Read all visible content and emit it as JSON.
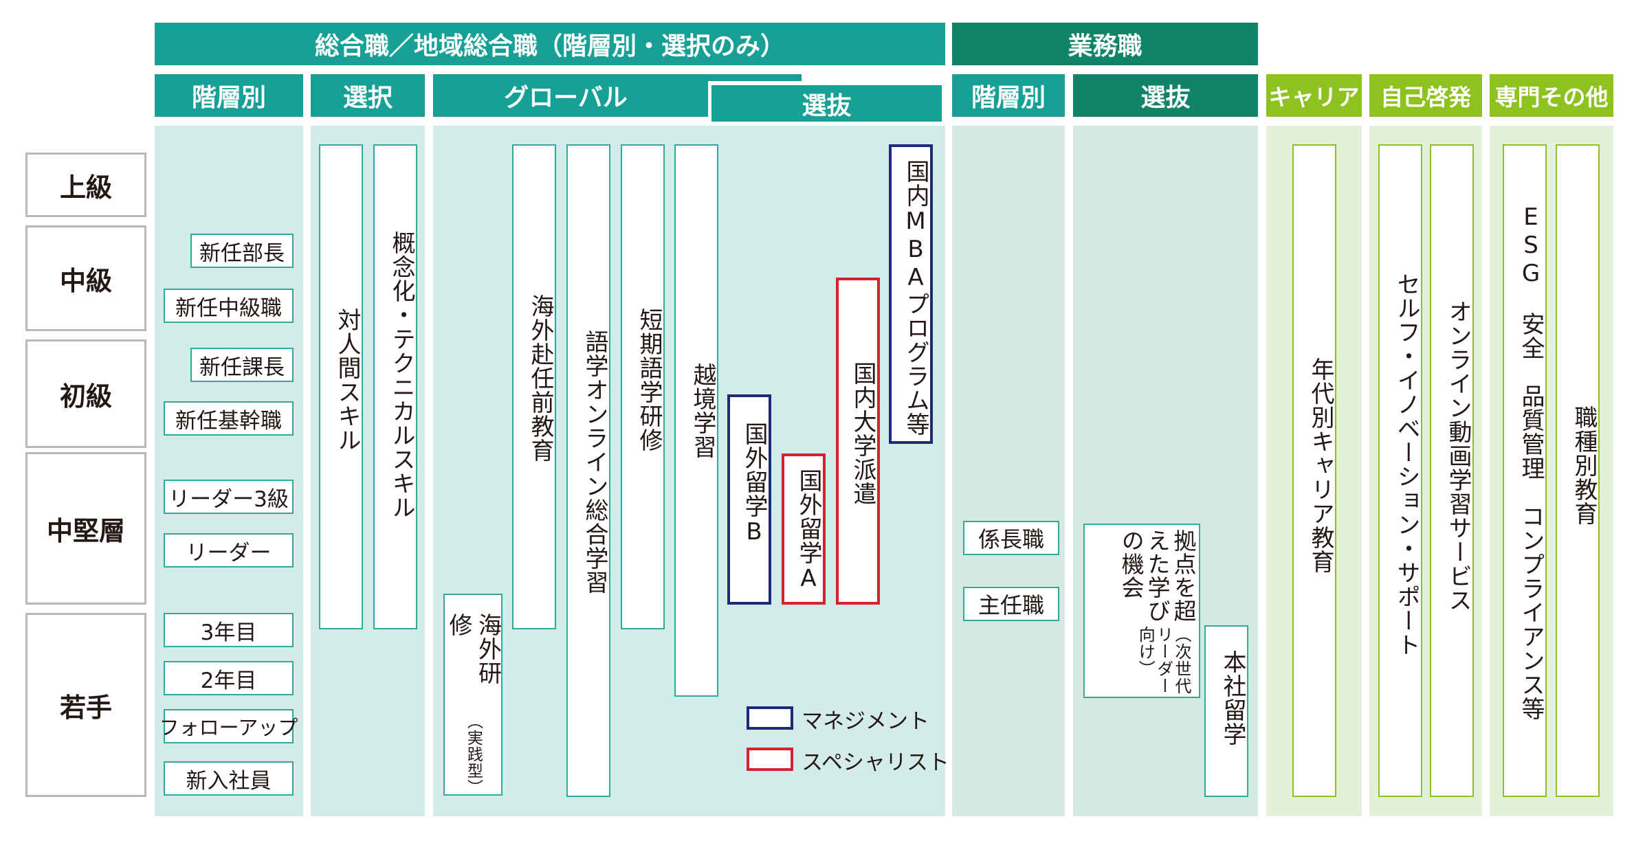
{
  "headers": {
    "sogoshoku": "総合職／地域総合職（階層別・選択のみ）",
    "gyomushoku": "業務職",
    "kaisobetsu_1": "階層別",
    "sentaku": "選択",
    "global": "グローバル",
    "senbatsu_1": "選抜",
    "kaisobetsu_2": "階層別",
    "senbatsu_2": "選抜",
    "career": "キャリア",
    "jikokeihatsu": "自己啓発",
    "senmon": "専門その他"
  },
  "levels": [
    "上級",
    "中級",
    "初級",
    "中堅層",
    "若手"
  ],
  "ranks": [
    "新任部長",
    "新任中級職",
    "新任課長",
    "新任基幹職",
    "リーダー3級",
    "リーダー",
    "3年目",
    "2年目",
    "フォローアップ",
    "新入社員"
  ],
  "gyomu_ranks": [
    "係長職",
    "主任職"
  ],
  "programs": {
    "taijin": "対人間スキル",
    "gainen": "概念化・テクニカルスキル",
    "kaigai_kenshu": "海外研修",
    "kaigai_kenshu_note": "（実践型）",
    "kaigai_funin": "海外赴任前教育",
    "gogaku_online": "語学オンライン総合学習",
    "tanki_gogaku": "短期語学研修",
    "ekkyo": "越境学習",
    "ryugaku_b": "国外留学B",
    "ryugaku_a": "国外留学A",
    "daigaku_haken": "国内大学派遣",
    "mba": "国内MBAプログラム等",
    "kyoten_main": "拠点を超えた学びの機会",
    "kyoten_note": "（次世代リーダー向け）",
    "honsha_ryugaku": "本社留学",
    "nendai_career": "年代別キャリア教育",
    "self_innovation": "セルフ・イノベーション・サポート",
    "online_douga": "オンライン動画学習サービス",
    "esg": "ESG　安全　品質管理　コンプライアンス等",
    "shokushu": "職種別教育"
  },
  "legend": {
    "management": "マネジメント",
    "specialist": "スペシャリスト"
  },
  "colors": {
    "teal": "#17a096",
    "dark_green": "#0f8468",
    "light_green": "#8ec21f",
    "management": "#1d2a7a",
    "specialist": "#d8202e"
  }
}
